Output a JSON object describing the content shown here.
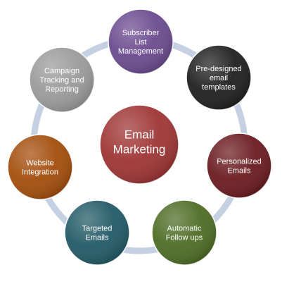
{
  "center": {
    "lines": [
      "Email",
      "Marketing"
    ],
    "color": "#9e3434"
  },
  "nodes": [
    {
      "id": "subscriber-list-management",
      "lines": [
        "Subscriber",
        "List",
        "Management"
      ],
      "color": "#6b4a8e",
      "text_color": "#ffffff"
    },
    {
      "id": "pre-designed-email-templates",
      "lines": [
        "Pre-designed",
        "email",
        "templates"
      ],
      "color": "#1f1f1f",
      "text_color": "#ffffff"
    },
    {
      "id": "personalized-emails",
      "lines": [
        "Personalized",
        "Emails"
      ],
      "color": "#6a1b1f",
      "text_color": "#ffffff"
    },
    {
      "id": "automatic-follow-ups",
      "lines": [
        "Automatic",
        "Follow ups"
      ],
      "color": "#4d6c24",
      "text_color": "#ffffff"
    },
    {
      "id": "targeted-emails",
      "lines": [
        "Targeted",
        "Emails"
      ],
      "color": "#215a66",
      "text_color": "#ffffff"
    },
    {
      "id": "website-integration",
      "lines": [
        "Website",
        "Integration"
      ],
      "color": "#a34d0b",
      "text_color": "#ffffff"
    },
    {
      "id": "campaign-tracking-and-reporting",
      "lines": [
        "Campaign",
        "Tracking and",
        "Reporting"
      ],
      "color": "#9a9a9a",
      "text_color": "#222222"
    }
  ],
  "ring_color": "#c5d1e3"
}
